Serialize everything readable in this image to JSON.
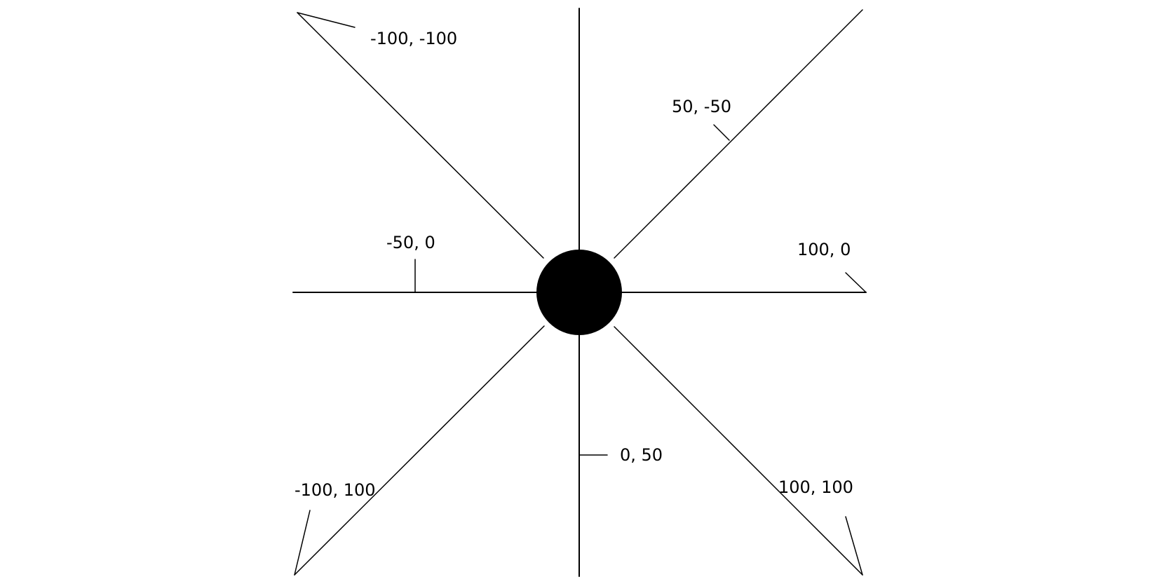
{
  "labels": {
    "top_left": "-100, -100",
    "upper_right": "50, -50",
    "left": "-50, 0",
    "right": "100, 0",
    "bottom_mid": "0, 50",
    "bottom_left": "-100, 100",
    "bottom_right": "100, 100"
  },
  "colors": {
    "background": "#ffffff",
    "stroke": "#000000",
    "center_dot": "#000000"
  }
}
